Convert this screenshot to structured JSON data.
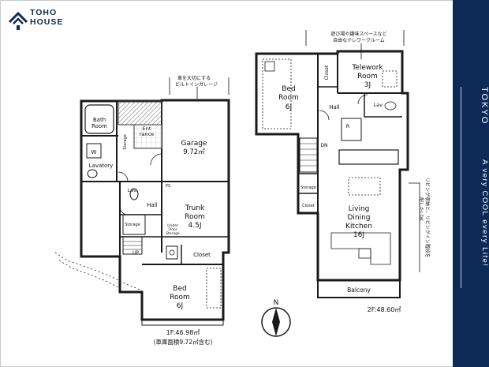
{
  "brand": {
    "logo_text": "TOHO HOUSE",
    "side_title": "TOKYO",
    "side_slogan": "A very COOL every Life!"
  },
  "floor1": {
    "garage_note": "車を大切にする ビルトインガレージ",
    "rooms": {
      "bath": "Bath Room",
      "entrance": "Ent rance",
      "storage_ent": "Storage",
      "garage": "Garage",
      "garage_area": "9.72㎡",
      "w": "W",
      "lavatory": "Lavatory",
      "ps": "PS",
      "lav": "Lav.",
      "hall": "Hall",
      "trunk": "Trunk Room",
      "trunk_size": "4.5J",
      "storage": "Storage",
      "under_floor": "Under Floor Storage",
      "closet": "Closet",
      "up": "UP",
      "bed": "Bed Room",
      "bed_size": "6J"
    },
    "area": "1F:46.98㎡",
    "area_note": "(車庫面積9.72㎡含む)"
  },
  "floor2": {
    "telework_note": "遊び場や趣味スペースなど 自由なテレワークルーム",
    "ldk_note": "リビング収納と、リビングイン階段を 配したLDK",
    "rooms": {
      "bed": "Bed Room",
      "bed_size": "6J",
      "closet": "Closet",
      "telework": "Telework Room",
      "telework_size": "3J",
      "hall": "Hall",
      "lav": "Lav.",
      "r": "R",
      "dn": "DN",
      "storage": "Storage",
      "closet2": "Closet",
      "ldk": "Living Dining Kitchen",
      "ldk_size": "16J",
      "balcony": "Balcony"
    },
    "area": "2F:48.60㎡"
  },
  "compass": {
    "north": "N"
  },
  "colors": {
    "brand_navy": "#0d2a57",
    "wall": "#1a1a1a",
    "hatch": "#555555"
  }
}
